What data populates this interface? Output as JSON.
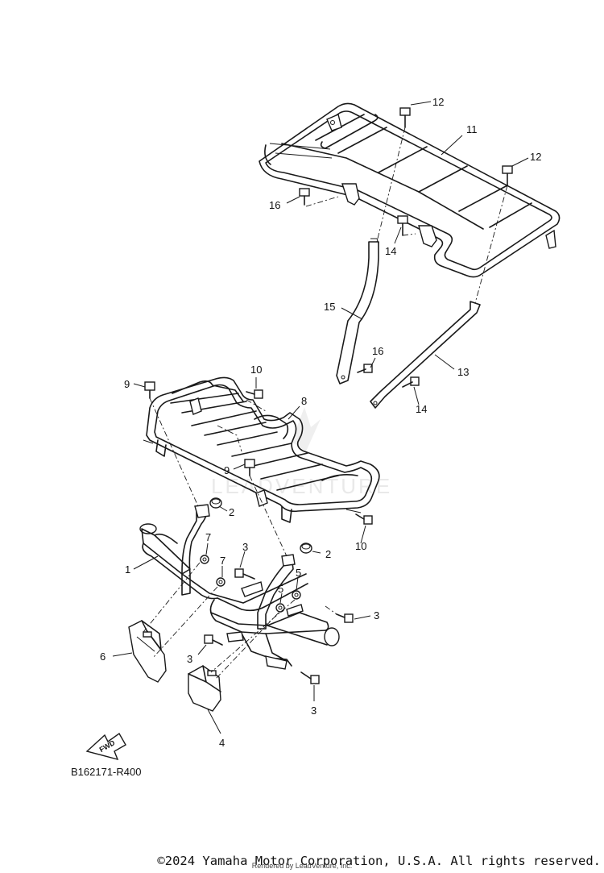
{
  "diagram": {
    "callouts": {
      "c1": "1",
      "c2a": "2",
      "c2b": "2",
      "c3a": "3",
      "c3b": "3",
      "c3c": "3",
      "c3d": "3",
      "c4": "4",
      "c5a": "5",
      "c5b": "5",
      "c6": "6",
      "c7a": "7",
      "c7b": "7",
      "c8": "8",
      "c9a": "9",
      "c9b": "9",
      "c10a": "10",
      "c10b": "10",
      "c11": "11",
      "c12a": "12",
      "c12b": "12",
      "c13": "13",
      "c14a": "14",
      "c14b": "14",
      "c15": "15",
      "c16a": "16",
      "c16b": "16"
    },
    "fwd_label": "FWD",
    "reference_code": "B162171-R400",
    "watermark_text": "LEADVENTURE"
  },
  "footer": {
    "copyright": "©2024 Yamaha Motor Corporation, U.S.A. All rights reserved.",
    "rendered_by": "Rendered by LeadVenture, Inc."
  }
}
